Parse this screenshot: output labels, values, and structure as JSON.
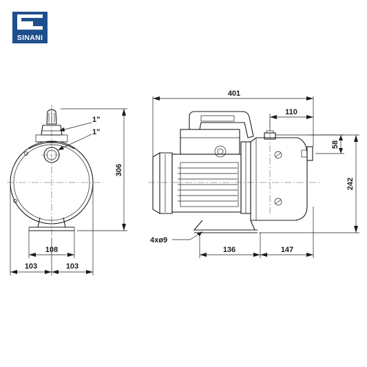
{
  "logo": {
    "text": "SINANI",
    "color": "#1f4e8c"
  },
  "front_view": {
    "inlet_size": "1\"",
    "outlet_size": "1\"",
    "height": "306",
    "foot_width": "108",
    "half_width_left": "103",
    "half_width_right": "103"
  },
  "side_view": {
    "overall_length": "401",
    "outlet_offset": "110",
    "outlet_height": "58",
    "centre_height": "242",
    "mounting_holes": "4xø9",
    "foot_spacing": "136",
    "foot_to_end": "147"
  }
}
